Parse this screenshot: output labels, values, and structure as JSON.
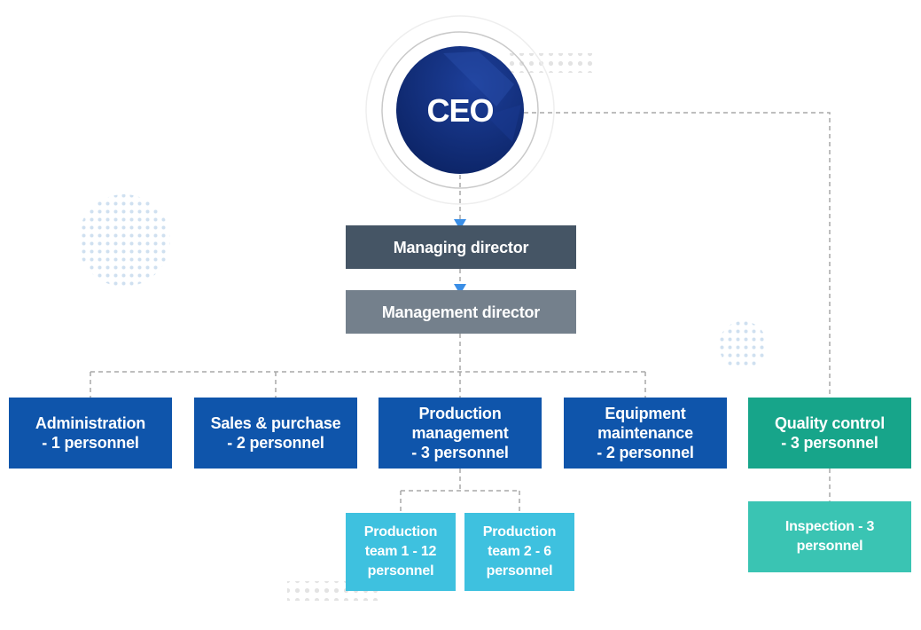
{
  "ceo": {
    "label": "CEO"
  },
  "managing_director": {
    "label": "Managing director"
  },
  "management_director": {
    "label": "Management director"
  },
  "departments": [
    {
      "line1": "Administration",
      "line2": "- 1 personnel"
    },
    {
      "line1": "Sales & purchase",
      "line2": "- 2 personnel"
    },
    {
      "line1": "Production",
      "line2": "management",
      "line3": "- 3 personnel"
    },
    {
      "line1": "Equipment",
      "line2": "maintenance",
      "line3": "- 2 personnel"
    },
    {
      "line1": "Quality control",
      "line2": "- 3 personnel"
    }
  ],
  "production_teams": [
    {
      "line1": "Production",
      "line2": "team 1 - 12",
      "line3": "personnel"
    },
    {
      "line1": "Production",
      "line2": "team 2 - 6",
      "line3": "personnel"
    }
  ],
  "inspection": {
    "line1": "Inspection - 3",
    "line2": "personnel"
  },
  "colors": {
    "ceo": "#0f2a6b",
    "managing": "#455565",
    "management": "#74808c",
    "department": "#0f55ab",
    "quality": "#17a58a",
    "inspection": "#3ac4b3",
    "team": "#3ec1df",
    "arrow": "#3a8ee6"
  }
}
